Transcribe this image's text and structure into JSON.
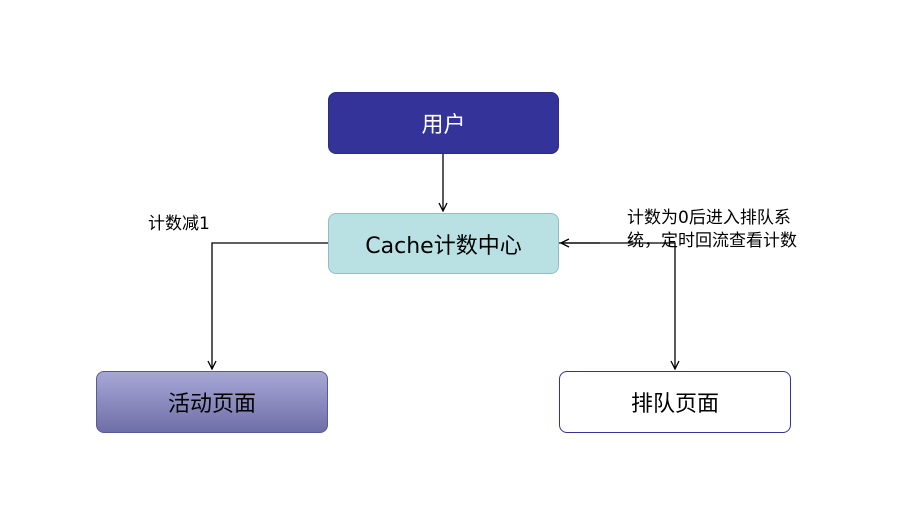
{
  "nodes": {
    "user": "用户",
    "cache": "Cache计数中心",
    "activity_page": "活动页面",
    "queue_page": "排队页面"
  },
  "labels": {
    "decrement": "计数减1",
    "queue_note": "计数为0后进入排队系统，定时回流查看计数"
  },
  "edges": [
    {
      "from": "user",
      "to": "cache"
    },
    {
      "from": "cache",
      "to": "activity_page",
      "label": "计数减1"
    },
    {
      "from": "cache",
      "to": "queue_page"
    },
    {
      "from": "queue_page",
      "to": "cache",
      "label": "计数为0后进入排队系统，定时回流查看计数"
    }
  ],
  "colors": {
    "user_fill": "#333399",
    "cache_fill": "#b9e0e3",
    "activity_fill_top": "#a7a7d6",
    "activity_fill_bottom": "#6f6fa8",
    "queue_border": "#333399",
    "line": "#000000"
  }
}
